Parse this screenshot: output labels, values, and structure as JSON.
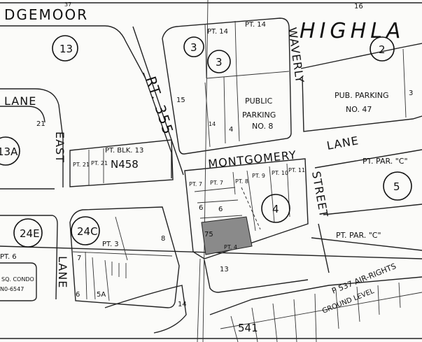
{
  "map": {
    "streets": {
      "edgemoor": "DGEMOOR",
      "highland": "HIGHLA",
      "waverly": "WAVERLY",
      "rt355": "RT. 355",
      "montgomery": "MONTGOMERY",
      "lane_top_left": "LANE",
      "east": "EAST",
      "lane_right": "LANE",
      "street": "STREET",
      "lane_bottom": "LANE",
      "air_rights": "P 537 AIR-RIGHTS",
      "ground_level": "GROUND LEVEL"
    },
    "blocks": {
      "b13_top": "13",
      "b3": "3",
      "b2": "2",
      "b13a": "13A",
      "b4": "4",
      "b5": "5",
      "b24e": "24E",
      "b24c": "24C"
    },
    "parcels": {
      "p37": "37",
      "p16": "16",
      "pt14_a": "PT. 14",
      "pt14_b": "PT. 14",
      "p15": "15",
      "p14": "14",
      "p4": "4",
      "public_parking_1": "PUBLIC",
      "public_parking_2": "PARKING",
      "public_parking_3": "NO. 8",
      "pub_parking_1": "PUB. PARKING",
      "pub_parking_2": "NO. 47",
      "p21": "21",
      "pt21": "PT. 21",
      "pt21b": "PT. 21",
      "pt_blk13": "PT. BLK. 13",
      "n458": "N458",
      "pt7": "PT. 7",
      "pt7b": "PT. 7",
      "pt8": "PT. 8",
      "pt9": "PT. 9",
      "pt10": "PT. 10",
      "pt11": "PT. 11",
      "p6_upper": "6",
      "p6_outer": "6",
      "p75": "75",
      "pt4": "PT. 4",
      "p13_bottom": "13",
      "pt_par_c_top": "PT. PAR. \"C\"",
      "pt_par_c_bottom": "PT. PAR. \"C\"",
      "pt6": "PT. 6",
      "sq_condo": "SQ. CONDO",
      "n6547": "N0-6547",
      "pt3": "PT. 3",
      "p7": "7",
      "p8": "8",
      "p6_bottom": "6",
      "p5a": "5A",
      "p14_bottom": "14",
      "p3_right": "3",
      "p541": "541"
    },
    "colors": {
      "highlight_parcel": "#8a8a8a",
      "linework": "#222222",
      "paper": "#fbfbf9"
    }
  }
}
